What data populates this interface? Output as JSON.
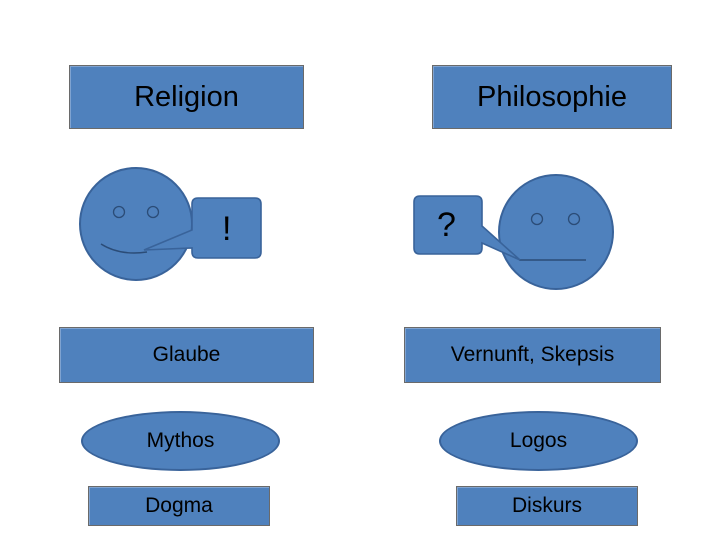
{
  "left": {
    "title": "Religion",
    "bubble_mark": "!",
    "concept": "Glaube",
    "oval": "Mythos",
    "bottom": "Dogma"
  },
  "right": {
    "title": "Philosophie",
    "bubble_mark": "?",
    "concept": "Vernunft, Skepsis",
    "oval": "Logos",
    "bottom": "Diskurs"
  },
  "colors": {
    "fill": "#4f81bd",
    "outline": "#39639a"
  },
  "icons": [
    "smiling-face-icon",
    "neutral-face-icon",
    "speech-bubble-icon"
  ]
}
